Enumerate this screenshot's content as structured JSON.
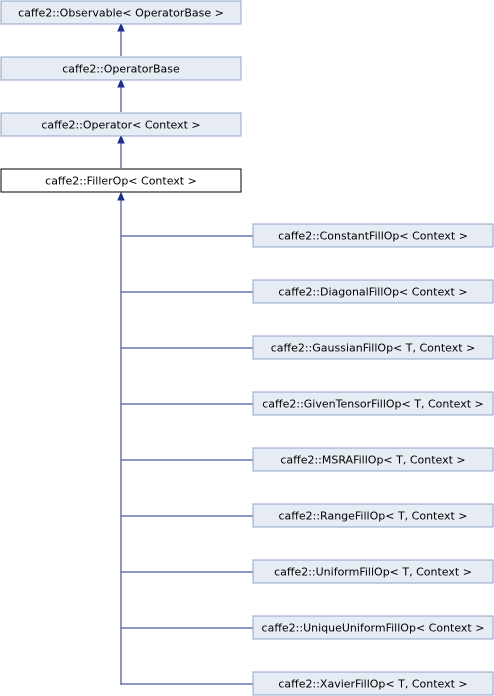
{
  "diagram": {
    "base_chain": [
      {
        "id": "observable",
        "label": "caffe2::Observable< OperatorBase >"
      },
      {
        "id": "operator-base",
        "label": "caffe2::OperatorBase"
      },
      {
        "id": "operator",
        "label": "caffe2::Operator< Context >"
      },
      {
        "id": "filler-op",
        "label": "caffe2::FillerOp< Context >",
        "current": true
      }
    ],
    "derived": [
      {
        "id": "constant-fill-op",
        "label": "caffe2::ConstantFillOp< Context >"
      },
      {
        "id": "diagonal-fill-op",
        "label": "caffe2::DiagonalFillOp< Context >"
      },
      {
        "id": "gaussian-fill-op",
        "label": "caffe2::GaussianFillOp< T, Context >"
      },
      {
        "id": "given-tensor-fill-op",
        "label": "caffe2::GivenTensorFillOp< T, Context >"
      },
      {
        "id": "msra-fill-op",
        "label": "caffe2::MSRAFillOp< T, Context >"
      },
      {
        "id": "range-fill-op",
        "label": "caffe2::RangeFillOp< T, Context >"
      },
      {
        "id": "uniform-fill-op",
        "label": "caffe2::UniformFillOp< T, Context >"
      },
      {
        "id": "unique-uniform-fill-op",
        "label": "caffe2::UniqueUniformFillOp< Context >"
      },
      {
        "id": "xavier-fill-op",
        "label": "caffe2::XavierFillOp< T, Context >"
      }
    ],
    "colors": {
      "box_fill": "#e6ebf4",
      "box_border": "#8ea5c8",
      "edge": "#1c2f8c",
      "current_border": "#000000"
    }
  }
}
